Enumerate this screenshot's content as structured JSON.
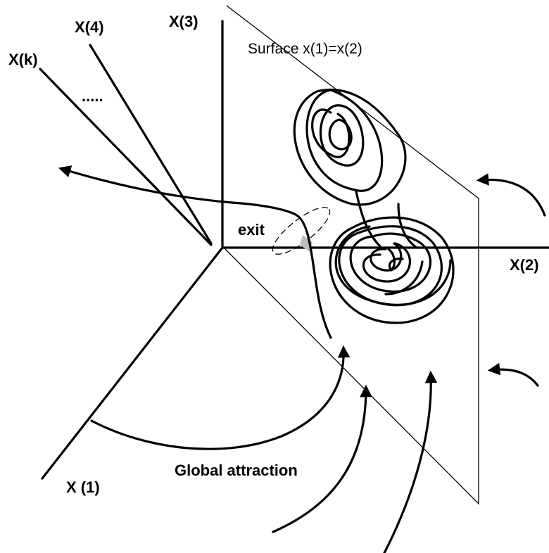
{
  "labels": {
    "axis_x1": "X (1)",
    "axis_x2": "X(2)",
    "axis_x3": "X(3)",
    "axis_x4": "X(4)",
    "axis_xk": "X(k)",
    "ellipsis": ".....",
    "surface": "Surface x(1)=x(2)",
    "exit": "exit",
    "global_attraction": "Global attraction"
  },
  "colors": {
    "ink": "#000000",
    "background": "#ffffff",
    "exit_highlight": "#bdbdbd"
  }
}
